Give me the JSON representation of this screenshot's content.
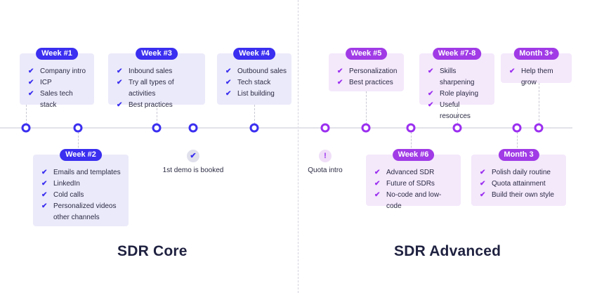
{
  "titles": {
    "core": "SDR Core",
    "advanced": "SDR Advanced"
  },
  "colors": {
    "core_accent": "#3b2ff0",
    "advanced_accent": "#a03be6",
    "core_card": "#ebeafa",
    "advanced_card": "#f4e8fb"
  },
  "cards": {
    "w1": {
      "label": "Week #1",
      "items": [
        "Company intro",
        "ICP",
        "Sales tech stack"
      ]
    },
    "w2": {
      "label": "Week #2",
      "items": [
        "Emails and templates",
        "LinkedIn",
        "Cold calls",
        "Personalized videos\nother channels"
      ]
    },
    "w3": {
      "label": "Week #3",
      "items": [
        "Inbound sales",
        "Try all types of activities",
        "Best practices"
      ]
    },
    "w4": {
      "label": "Week #4",
      "items": [
        "Outbound sales",
        "Tech stack",
        "List building"
      ]
    },
    "w5": {
      "label": "Week #5",
      "items": [
        "Personalization",
        "Best practices"
      ]
    },
    "w6": {
      "label": "Week #6",
      "items": [
        "Advanced SDR",
        "Future of SDRs",
        "No-code and low-code"
      ]
    },
    "w78": {
      "label": "Week #7-8",
      "items": [
        "Skills sharpening",
        "Role playing",
        "Useful resources"
      ]
    },
    "m3": {
      "label": "Month 3",
      "items": [
        "Polish daily routine",
        "Quota attainment",
        "Build their own style"
      ]
    },
    "m3p": {
      "label": "Month 3+",
      "items": [
        "Help them grow"
      ]
    }
  },
  "milestones": {
    "demo": {
      "icon": "check-icon",
      "glyph": "✔",
      "label": "1st demo is booked"
    },
    "quota": {
      "icon": "exclamation-icon",
      "glyph": "!",
      "label": "Quota intro"
    }
  },
  "check_glyph": "✔"
}
